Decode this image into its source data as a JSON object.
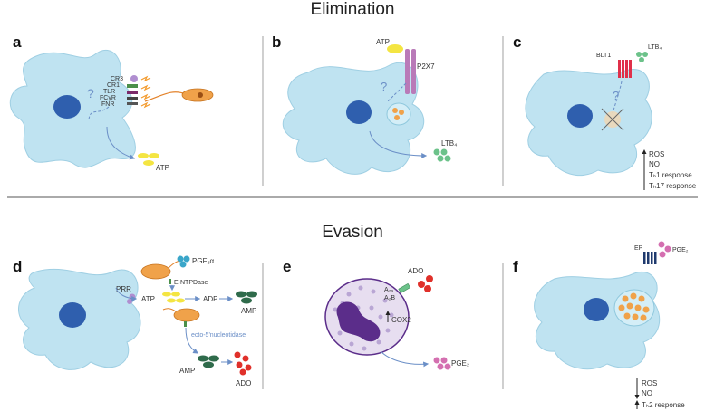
{
  "sections": {
    "top": "Elimination",
    "bottom": "Evasion"
  },
  "panels": {
    "a": {
      "letter": "a",
      "receptors": [
        "CR3",
        "CR1",
        "TLR",
        "FCγR",
        "FNR"
      ],
      "product": "ATP"
    },
    "b": {
      "letter": "b",
      "atp": "ATP",
      "receptor": "P2X7",
      "product": "LTB₄"
    },
    "c": {
      "letter": "c",
      "receptor": "BLT1",
      "ligand": "LTB₄",
      "effects": [
        "ROS",
        "NO",
        "Tₕ1 response",
        "Tₕ17 response"
      ]
    },
    "d": {
      "letter": "d",
      "prr": "PRR",
      "pgf": "PGF₂α",
      "entpdase": "E-NTPDase",
      "atp": "ATP",
      "adp": "ADP",
      "amp1": "AMP",
      "ecto": "ecto-5'nucleotidase",
      "amp2": "AMP",
      "ado": "ADO"
    },
    "e": {
      "letter": "e",
      "ado": "ADO",
      "a2a": "A₂ₐ",
      "a2b": "A₂B",
      "cox2": "COX2",
      "pge": "PGE₂"
    },
    "f": {
      "letter": "f",
      "ep": "EP",
      "pge": "PGE₂",
      "effects": [
        "ROS",
        "NO",
        "Tₕ2 response"
      ]
    }
  },
  "colors": {
    "cell": "#bfe3f1",
    "nucleus": "#2f5fae",
    "parasite": "#f0a24a",
    "atp": "#f4e542",
    "ltb4": "#6cc28a",
    "pge": "#d46fb0",
    "ado": "#e0302a",
    "amp": "#2f6b4b",
    "purple": "#5b2d8a"
  }
}
